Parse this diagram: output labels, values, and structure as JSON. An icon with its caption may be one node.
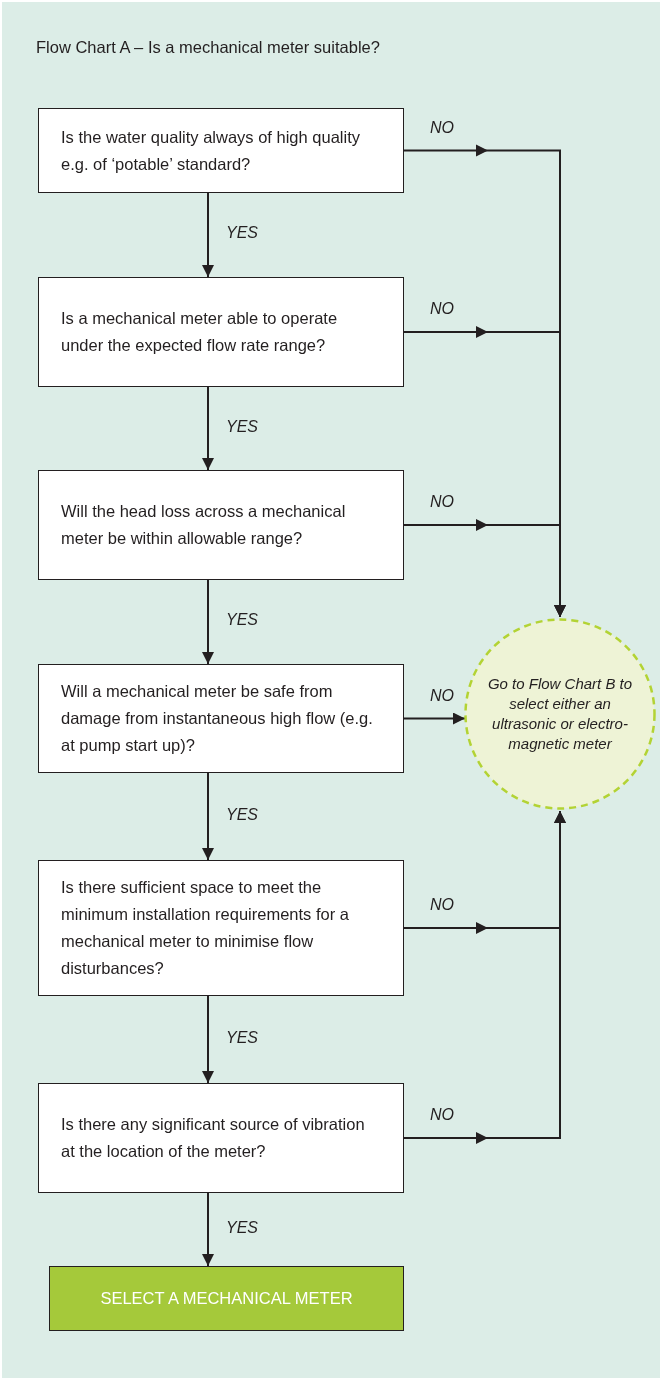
{
  "diagram": {
    "title": "Flow Chart A – Is a mechanical meter suitable?",
    "nodes": [
      {
        "text": [
          "Is the water quality always of high quality e.g. of ‘potable’ standard?"
        ]
      },
      {
        "text": [
          "Is a mechanical meter able to operate under the expected flow rate range?"
        ]
      },
      {
        "text": [
          "Will the head loss across a mechanical meter be within allowable range?"
        ]
      },
      {
        "text": [
          "Will a mechanical meter be safe from damage from instantaneous high flow (e.g. at pump start up)?"
        ]
      },
      {
        "text": [
          "Is there sufficient space to meet the minimum installation requirements for a mechanical meter to minimise flow disturbances?"
        ]
      },
      {
        "text": [
          "Is there any significant source of vibration at the location of the meter?"
        ]
      },
      {
        "text": [
          "SELECT A MECHANICAL METER"
        ]
      },
      {
        "text": [
          "Go to Flow Chart B to select either an ultrasonic or electro-magnetic meter"
        ]
      }
    ],
    "edges": [
      {
        "from": 0,
        "to": 1,
        "arrow": "to",
        "label": "YES"
      },
      {
        "from": 1,
        "to": 2,
        "arrow": "to",
        "label": "YES"
      },
      {
        "from": 2,
        "to": 3,
        "arrow": "to",
        "label": "YES"
      },
      {
        "from": 3,
        "to": 4,
        "arrow": "to",
        "label": "YES"
      },
      {
        "from": 4,
        "to": 5,
        "arrow": "to",
        "label": "YES"
      },
      {
        "from": 5,
        "to": 6,
        "arrow": "to",
        "label": "YES"
      },
      {
        "from": 0,
        "to": 7,
        "arrow": "to",
        "label": "NO"
      },
      {
        "from": 1,
        "to": 7,
        "arrow": "to",
        "label": "NO"
      },
      {
        "from": 2,
        "to": 7,
        "arrow": "to",
        "label": "NO"
      },
      {
        "from": 3,
        "to": 7,
        "arrow": "to",
        "label": "NO"
      },
      {
        "from": 4,
        "to": 7,
        "arrow": "to",
        "label": "NO"
      },
      {
        "from": 5,
        "to": 7,
        "arrow": "to",
        "label": "NO"
      }
    ]
  }
}
